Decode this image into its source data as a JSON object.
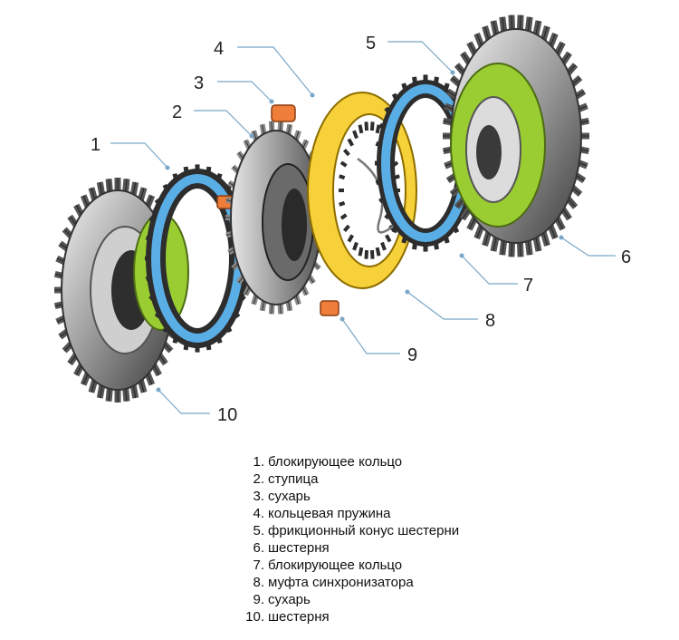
{
  "colors": {
    "gear": "#4a4a4a",
    "gear_light": "#d9d9d9",
    "ring_blue": "#5aaee6",
    "cone_green": "#9acd32",
    "sleeve_yellow": "#f7d13a",
    "key_orange": "#ee7e3a",
    "leader": "#7aa7c7"
  },
  "callouts": [
    {
      "id": 1,
      "label": "1"
    },
    {
      "id": 2,
      "label": "2"
    },
    {
      "id": 3,
      "label": "3"
    },
    {
      "id": 4,
      "label": "4"
    },
    {
      "id": 5,
      "label": "5"
    },
    {
      "id": 6,
      "label": "6"
    },
    {
      "id": 7,
      "label": "7"
    },
    {
      "id": 8,
      "label": "8"
    },
    {
      "id": 9,
      "label": "9"
    },
    {
      "id": 10,
      "label": "10"
    }
  ],
  "legend": [
    {
      "num": "1.",
      "text": "блокирующее кольцо"
    },
    {
      "num": "2.",
      "text": "ступица"
    },
    {
      "num": "3.",
      "text": "сухарь"
    },
    {
      "num": "4.",
      "text": "кольцевая пружина"
    },
    {
      "num": "5.",
      "text": "фрикционный конус шестерни"
    },
    {
      "num": "6.",
      "text": "шестерня"
    },
    {
      "num": "7.",
      "text": "блокирующее кольцо"
    },
    {
      "num": "8.",
      "text": "муфта синхронизатора"
    },
    {
      "num": "9.",
      "text": "сухарь"
    },
    {
      "num": "10.",
      "text": "шестерня"
    }
  ]
}
